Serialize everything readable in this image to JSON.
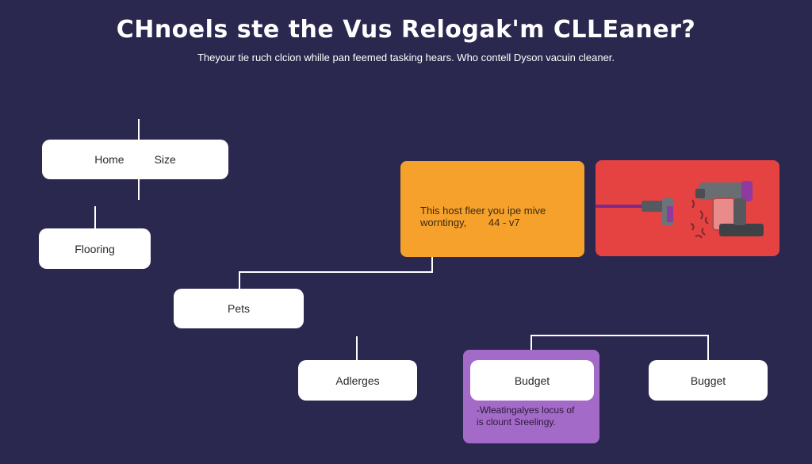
{
  "header": {
    "title": "CHnoels ste the Vus Relogak'm CLLEaner?",
    "subtitle": "Theyour tie ruch clcion whille pan feemed tasking hears. Who contell Dyson vacuin cleaner."
  },
  "nodes": {
    "home": "Home",
    "size": "Size",
    "flooring": "Flooring",
    "pets": "Pets",
    "allergies": "Adlerges",
    "budget_a": "Budget",
    "budget_b": "Bugget"
  },
  "orange_card": {
    "line1": "This host fleer you ipe mive",
    "line2": "worntingy,",
    "value": "44 - v7"
  },
  "purple_card": {
    "line1": "-Wleatingalyes locus of",
    "line2": "is clount Sreelingy."
  },
  "image_card": {
    "icon": "vacuum-cleaner-icon"
  },
  "colors": {
    "background": "#2b2850",
    "node": "#ffffff",
    "orange": "#f6a12c",
    "red": "#e54242",
    "purple": "#a46ac8"
  }
}
